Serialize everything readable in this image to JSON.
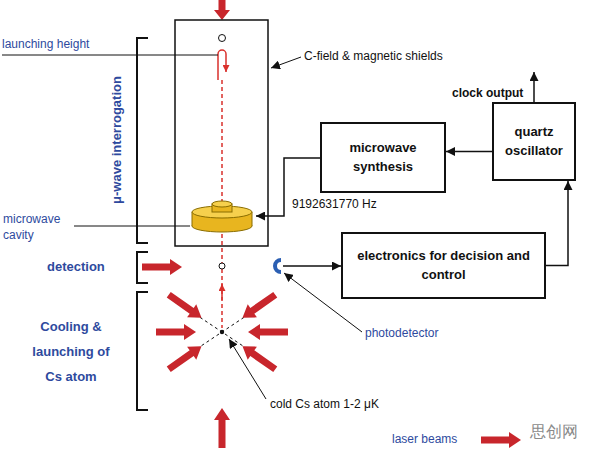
{
  "diagram": {
    "nodes": [
      {
        "text": [
          "microwave synthesis"
        ]
      },
      {
        "text": [
          "quartz oscillator"
        ]
      },
      {
        "text": [
          "electronics for decision and control"
        ]
      }
    ],
    "edges": [
      {
        "from": 1,
        "to": 0,
        "arrow": "to"
      },
      {
        "from": 2,
        "to": 1,
        "arrow": "to"
      }
    ],
    "labels": [
      "launching height",
      "C-field & magnetic shields",
      "clock output",
      "μ-wave interrogation",
      "microwave cavity",
      "9192631770 Hz",
      "detection",
      "Cooling & launching of Cs atom",
      "photodetector",
      "cold Cs atom 1-2 μK",
      "laser beams",
      "思创网"
    ]
  }
}
